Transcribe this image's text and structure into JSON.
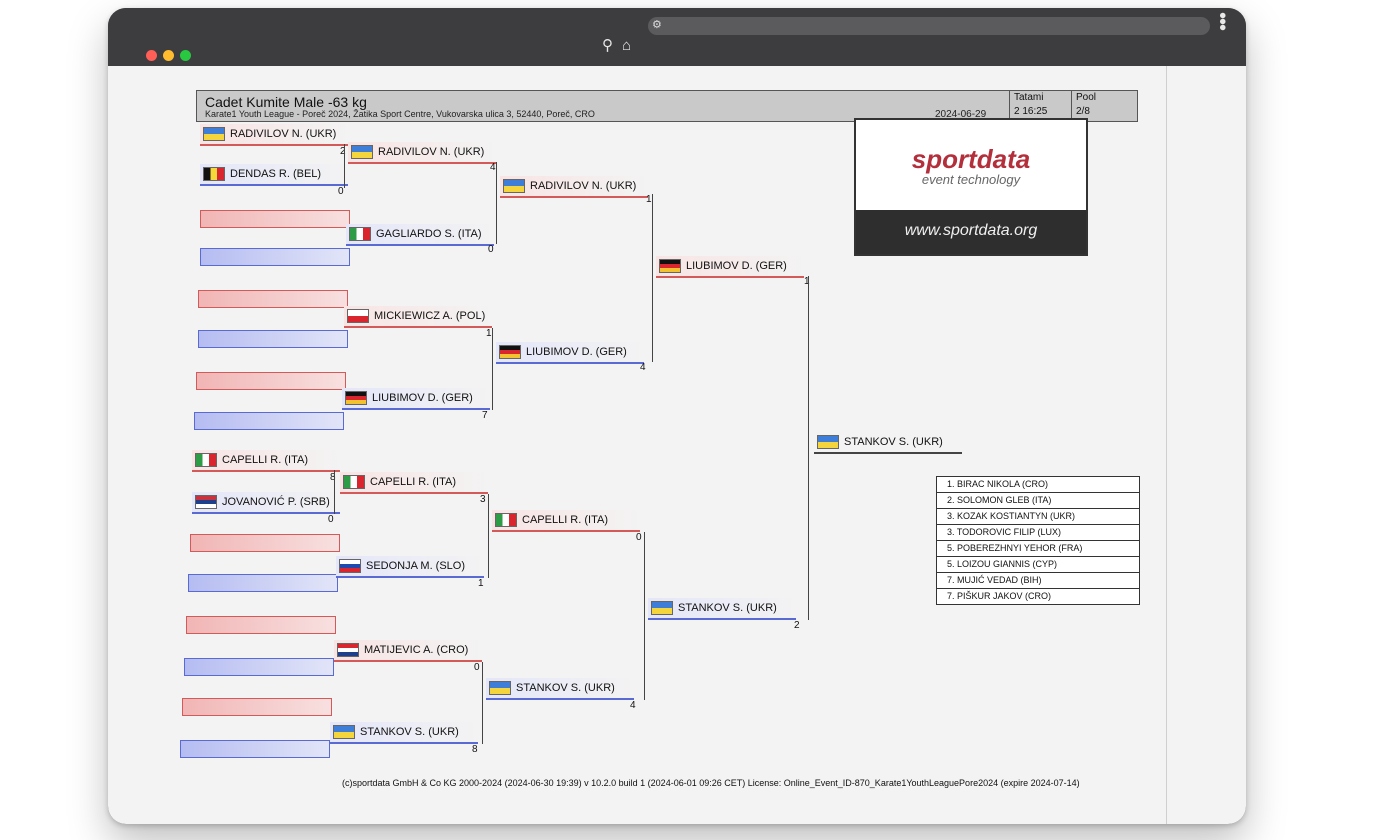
{
  "header": {
    "title": "Cadet Kumite Male -63 kg",
    "subtitle": "Karate1 Youth League - Poreč 2024, Žatika Sport Centre, Vukovarska ulica 3, 52440, Poreč, CRO",
    "date": "2024-06-29",
    "tatami_label": "Tatami",
    "tatami_value": "2 16:25",
    "pool_label": "Pool",
    "pool_value": "2/8"
  },
  "round1": {
    "r1_name": "RADIVILOV N. (UKR)",
    "r1_score": "2",
    "r2_name": "DENDAS R. (BEL)",
    "r2_score": "0",
    "r3_name": "CAPELLI R. (ITA)",
    "r3_score": "8",
    "r4_name": "JOVANOVIĆ P. (SRB)",
    "r4_score": "0"
  },
  "round2": {
    "a_name": "RADIVILOV N. (UKR)",
    "a_score": "4",
    "b_name": "GAGLIARDO S. (ITA)",
    "b_score": "0",
    "c_name": "MICKIEWICZ A. (POL)",
    "c_score": "1",
    "d_name": "LIUBIMOV D. (GER)",
    "d_score": "7",
    "e_name": "CAPELLI R. (ITA)",
    "e_score": "3",
    "f_name": "SEDONJA M. (SLO)",
    "f_score": "1",
    "g_name": "MATIJEVIC A. (CRO)",
    "g_score": "0",
    "h_name": "STANKOV S. (UKR)",
    "h_score": "8"
  },
  "round3": {
    "a_name": "RADIVILOV N. (UKR)",
    "a_score": "1",
    "b_name": "LIUBIMOV D. (GER)",
    "b_score": "4",
    "c_name": "CAPELLI R. (ITA)",
    "c_score": "0",
    "d_name": "STANKOV S. (UKR)",
    "d_score": "4"
  },
  "round4": {
    "a_name": "LIUBIMOV D. (GER)",
    "a_score": "1",
    "b_name": "STANKOV S. (UKR)",
    "b_score": "2"
  },
  "winner": {
    "name": "STANKOV S. (UKR)"
  },
  "logo": {
    "brand": "sportdata",
    "tagline": "event technology",
    "url": "www.sportdata.org"
  },
  "results": [
    "1. BIRAC NIKOLA (CRO)",
    "2. SOLOMON GLEB (ITA)",
    "3. KOZAK KOSTIANTYN (UKR)",
    "3. TODOROVIC FILIP (LUX)",
    "5. POBEREZHNYI YEHOR (FRA)",
    "5. LOIZOU GIANNIS (CYP)",
    "7. MUJIĆ VEDAD (BIH)",
    "7. PIŠKUR JAKOV (CRO)"
  ],
  "footer": "(c)sportdata GmbH & Co KG 2000-2024 (2024-06-30 19:39)  v 10.2.0 build 1 (2024-06-01 09:26 CET) License: Online_Event_ID-870_Karate1YouthLeaguePore2024 (expire 2024-07-14)"
}
